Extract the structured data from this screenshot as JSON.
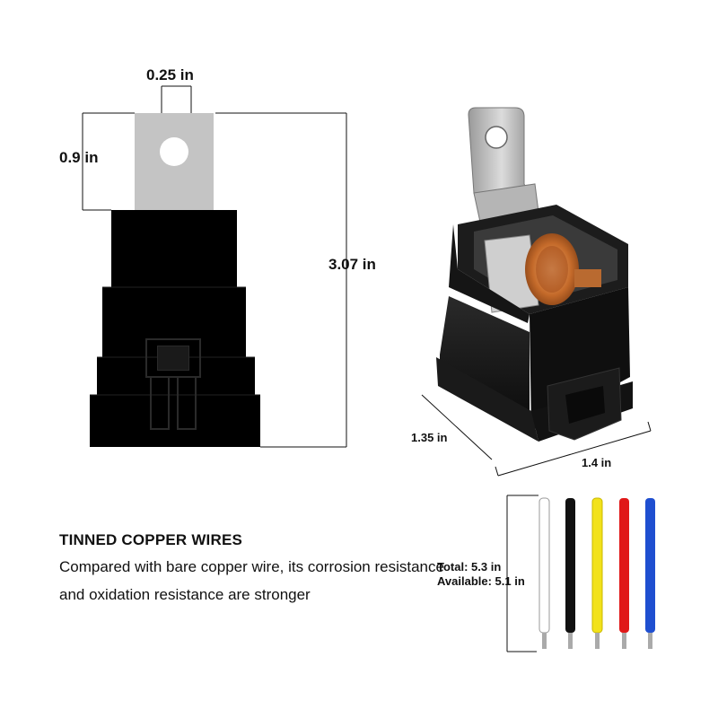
{
  "dimensions": {
    "tab_width": "0.25 in",
    "tab_height": "0.9 in",
    "total_height": "3.07 in",
    "depth": "1.35 in",
    "width": "1.4 in"
  },
  "feature": {
    "title": "TINNED COPPER WIRES",
    "description": "Compared with bare copper wire, its corrosion resistance and oxidation resistance are stronger"
  },
  "wires": {
    "total": "Total: 5.3 in",
    "available": "Available: 5.1 in",
    "colors": [
      "#ffffff",
      "#111111",
      "#f2e21a",
      "#e01818",
      "#1f4fd0"
    ]
  }
}
